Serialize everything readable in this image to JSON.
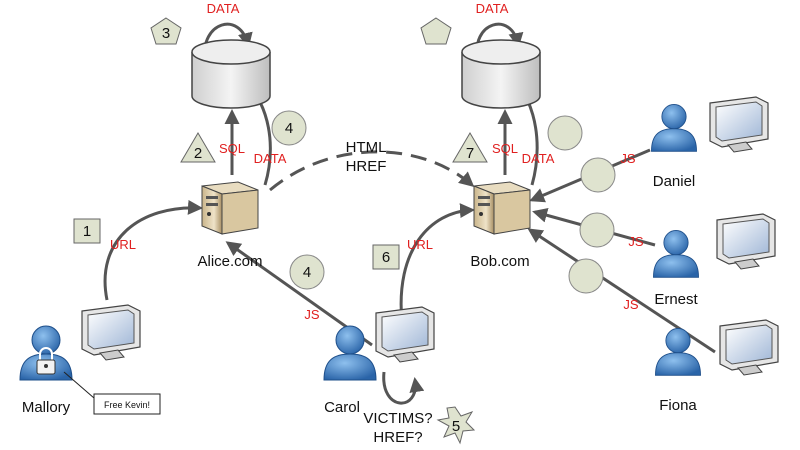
{
  "colors": {
    "label_red": "#e02020",
    "arrow_gray": "#555555",
    "marker_green": "#dfe3cf",
    "person_blue": "#3a78b8"
  },
  "nodes": {
    "alice": "Alice.com",
    "bob": "Bob.com",
    "mallory": "Mallory",
    "carol": "Carol",
    "daniel": "Daniel",
    "ernest": "Ernest",
    "fiona": "Fiona"
  },
  "labels": {
    "data": "DATA",
    "sql": "SQL",
    "url": "URL",
    "js": "JS",
    "html": "HTML",
    "href": "HREF",
    "victims": "VICTIMS?",
    "href_q": "HREF?",
    "free_kevin": "Free Kevin!"
  },
  "markers": {
    "m1": "1",
    "m2": "2",
    "m3": "3",
    "m4a": "4",
    "m4b": "4",
    "m5": "5",
    "m6": "6",
    "m7": "7"
  },
  "icons": [
    "database-icon",
    "server-icon",
    "monitor-icon",
    "person-icon",
    "padlock-icon"
  ]
}
